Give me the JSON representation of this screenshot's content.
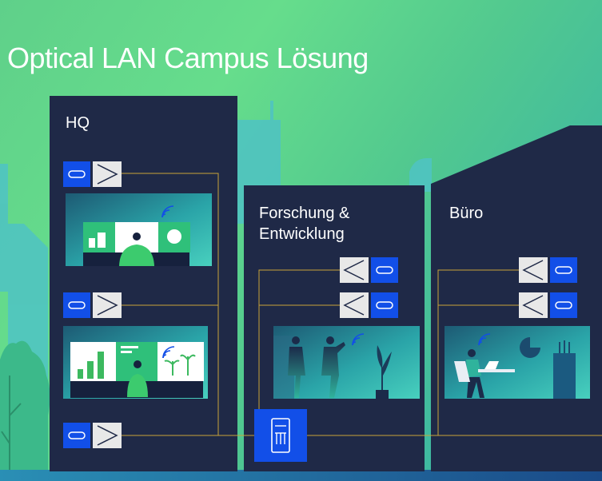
{
  "title": "Optical LAN Campus Lösung",
  "buildings": {
    "hq": {
      "label": "HQ"
    },
    "research": {
      "label_line1": "Forschung &",
      "label_line2": "Entwicklung"
    },
    "office": {
      "label": "Büro"
    }
  },
  "colors": {
    "building": "#1f2947",
    "ont": "#124fe8",
    "splitter": "#e8e8e8",
    "fiber": "#c9a43a",
    "scene": "#3fc1a8"
  },
  "icons": {
    "ont": "ont-device-icon",
    "splitter": "splitter-icon",
    "olt": "olt-switch-icon",
    "wifi": "wifi-icon"
  }
}
